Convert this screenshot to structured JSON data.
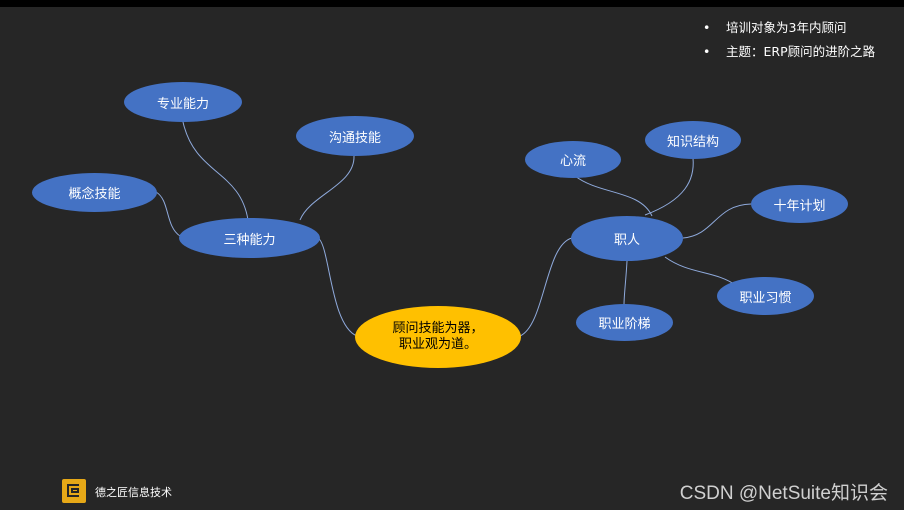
{
  "bullets": [
    "培训对象为3年内顾问",
    "主题：ERP顾问的进阶之路"
  ],
  "mindmap": {
    "center": "顾问技能为器，\n职业观为道。",
    "left_hub": "三种能力",
    "left_leaves": {
      "professional": "专业能力",
      "communication": "沟通技能",
      "conceptual": "概念技能"
    },
    "right_hub": "职人",
    "right_leaves": {
      "flow": "心流",
      "knowledge": "知识结构",
      "ten_year": "十年计划",
      "habits": "职业习惯",
      "ladder": "职业阶梯"
    }
  },
  "footer": {
    "company": "德之匠信息技术",
    "watermark": "CSDN @NetSuite知识会"
  },
  "colors": {
    "background": "#262626",
    "node_blue": "#4472c4",
    "center_yellow": "#ffc000",
    "connector": "#8faadc",
    "logo": "#e6a817"
  }
}
